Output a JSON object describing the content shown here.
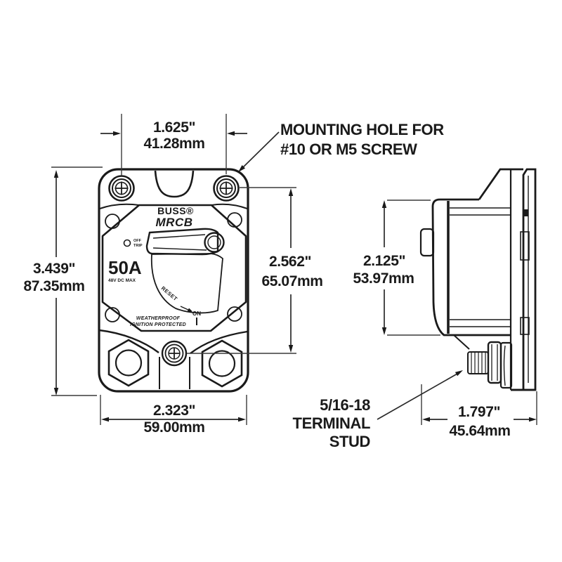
{
  "annotations": {
    "mounting_hole_line1": "MOUNTING HOLE FOR",
    "mounting_hole_line2": "#10 OR M5 SCREW",
    "terminal_stud_line1": "5/16-18",
    "terminal_stud_line2": "TERMINAL",
    "terminal_stud_line3": "STUD"
  },
  "dimensions": {
    "hole_spacing_in": "1.625\"",
    "hole_spacing_mm": "41.28mm",
    "overall_height_in": "3.439\"",
    "overall_height_mm": "87.35mm",
    "hole_to_terminal_in": "2.562\"",
    "hole_to_terminal_mm": "65.07mm",
    "overall_width_in": "2.323\"",
    "overall_width_mm": "59.00mm",
    "side_height_in": "2.125\"",
    "side_height_mm": "53.97mm",
    "side_depth_in": "1.797\"",
    "side_depth_mm": "45.64mm"
  },
  "front_view": {
    "brand": "BUSS®",
    "model": "MRCB",
    "amp_rating": "50A",
    "voltage_rating": "48V DC MAX",
    "off_label": "OFF",
    "trip_label": "TRIP",
    "reset_label": "RESET",
    "on_label": "ON",
    "weatherproof_line1": "WEATHERPROOF",
    "weatherproof_line2": "IGNITION PROTECTED"
  },
  "colors": {
    "line": "#1a1a1a",
    "background": "#ffffff"
  }
}
